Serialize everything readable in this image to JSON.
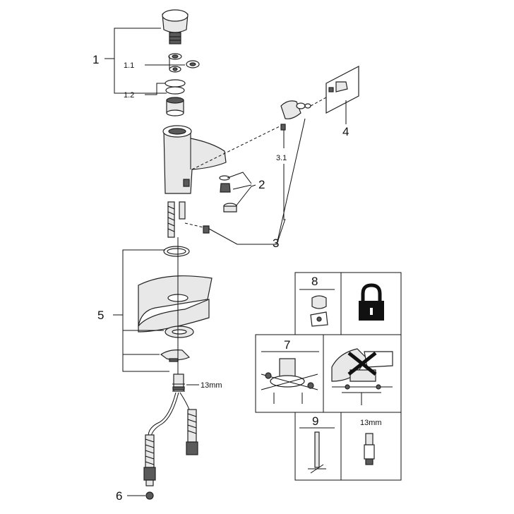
{
  "callouts": {
    "c1": "1",
    "c1_1": "1.1",
    "c1_2": "1.2",
    "c2": "2",
    "c3": "3",
    "c3_1": "3.1",
    "c4": "4",
    "c5": "5",
    "c6": "6",
    "spec_13mm": "13mm"
  },
  "panel": {
    "cell8": "8",
    "cell7": "7",
    "cell9": "9",
    "cell_13mm": "13mm"
  },
  "icons": {
    "lock": "lock-icon",
    "cross": "cross-icon"
  }
}
